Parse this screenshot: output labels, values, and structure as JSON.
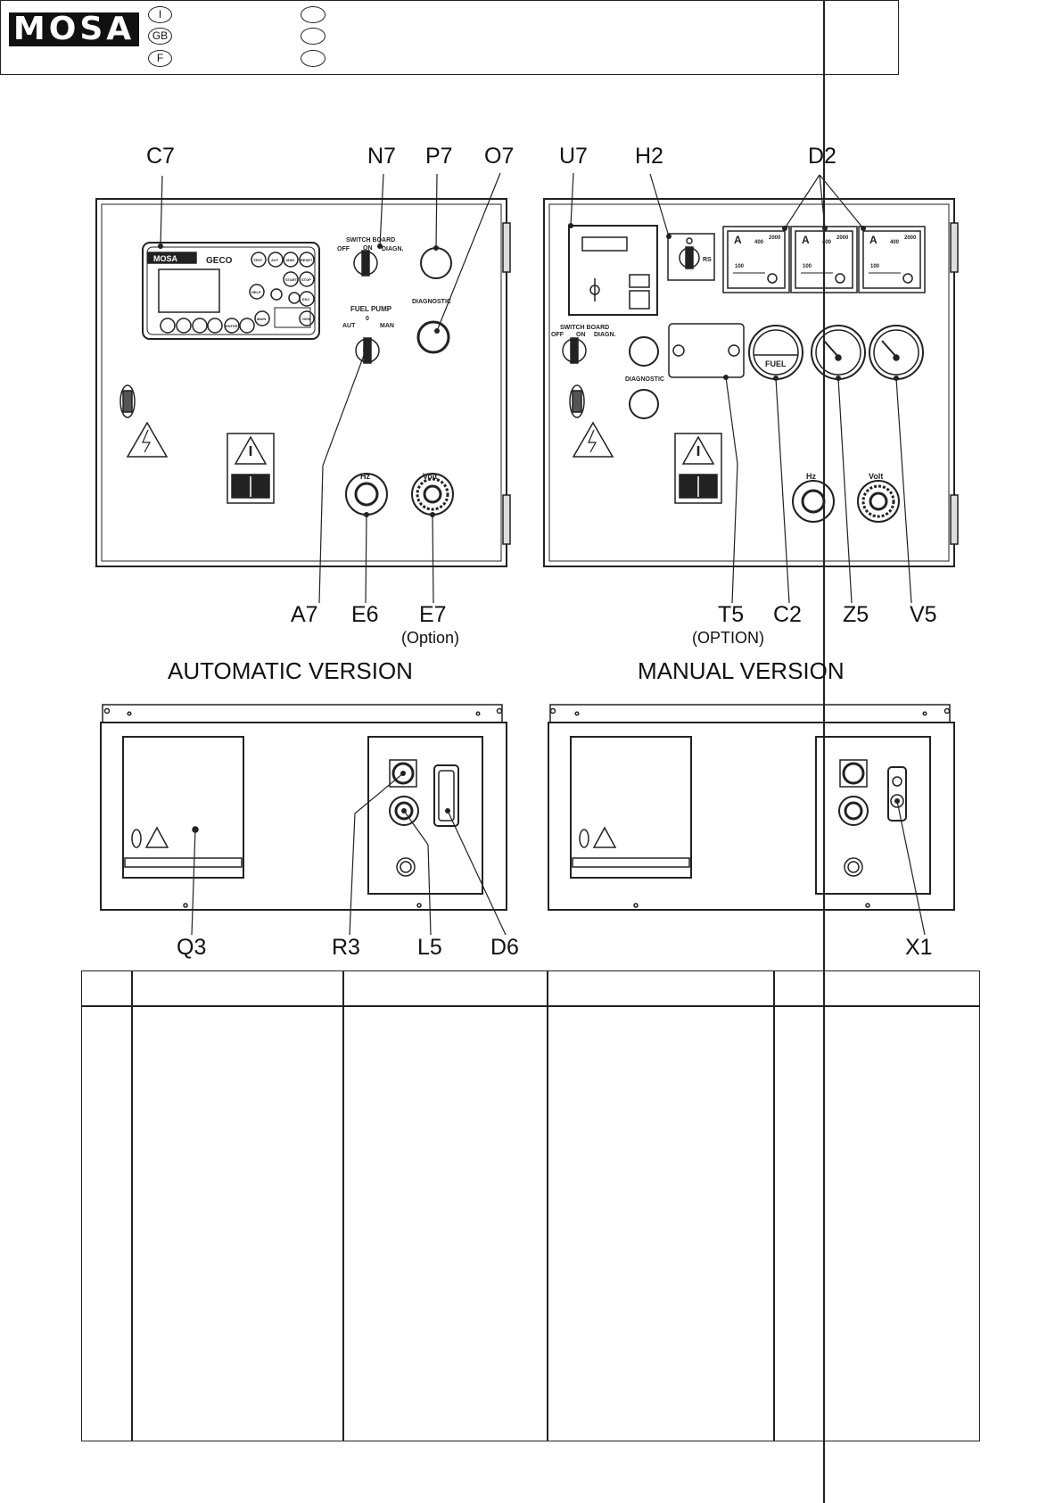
{
  "header": {
    "brand": "MOSA",
    "languages": [
      "I",
      "GB",
      "F"
    ]
  },
  "labels": {
    "c7": "C7",
    "n7": "N7",
    "p7": "P7",
    "o7": "O7",
    "u7": "U7",
    "h2": "H2",
    "d2": "D2",
    "a7": "A7",
    "e6": "E6",
    "e7": "E7",
    "e7_note": "(Option)",
    "t5": "T5",
    "t5_note": "(OPTION)",
    "c2": "C2",
    "z5": "Z5",
    "v5": "V5",
    "q3": "Q3",
    "r3": "R3",
    "l5": "L5",
    "d6": "D6",
    "x1": "X1"
  },
  "titles": {
    "automatic": "AUTOMATIC VERSION",
    "manual": "MANUAL VERSION"
  },
  "panel_text": {
    "switch_board": "SWITCH BOARD",
    "off": "OFF",
    "on": "ON",
    "diagn": "DIAGN.",
    "fuel_pump": "FUEL PUMP",
    "zero": "0",
    "aut": "AUT",
    "man": "MAN",
    "diagnostic": "DIAGNOSTIC",
    "geco": "GECO",
    "mosa_small": "MOSA",
    "hz": "Hz",
    "volt": "Volt",
    "rs": "RS",
    "amp": "A",
    "a400": "400",
    "a2000": "2000",
    "a100": "100",
    "fuel": "FUEL",
    "btn_test": "TEST",
    "btn_aut": "AUT",
    "btn_man": "MAN",
    "btn_reset": "RESET",
    "btn_start": "START",
    "btn_stop": "STOP",
    "btn_help": "HELP",
    "btn_main": "MAIN",
    "btn_gen": "GEN",
    "btn_enter": "ENTER",
    "btn_esc": "ESC"
  }
}
